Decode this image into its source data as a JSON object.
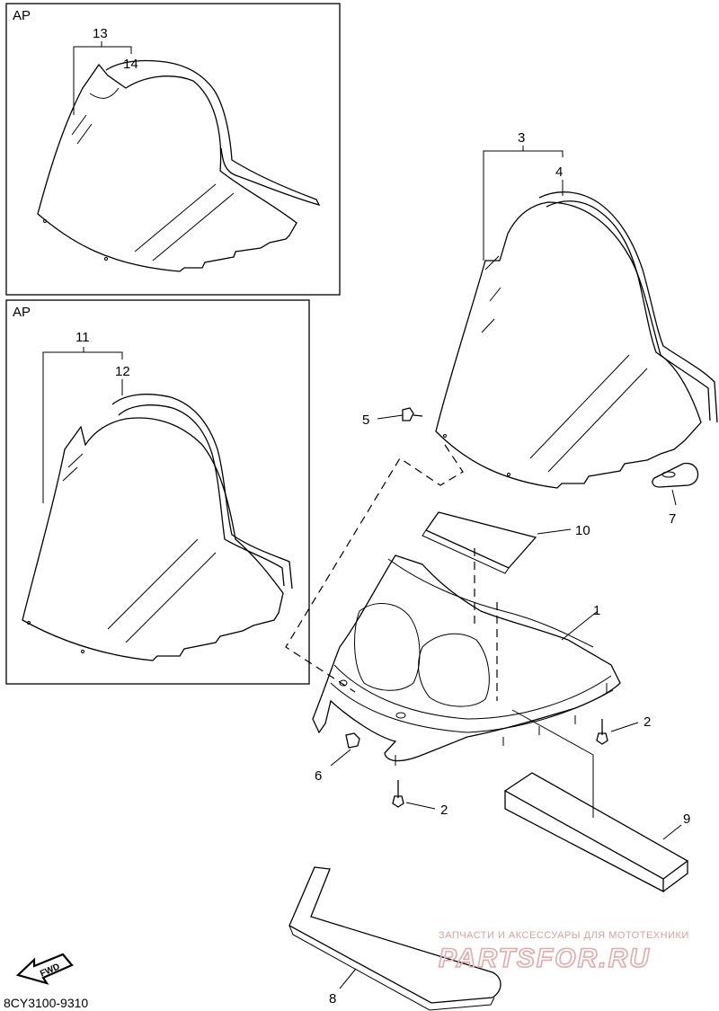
{
  "diagram": {
    "inset_label_top": "AP",
    "inset_label_bottom": "AP",
    "diagram_code": "8CY3100-9310",
    "fwd_label": "FWD",
    "watermark": {
      "line1": "ЗАПЧАСТИ И АКСЕССУАРЫ ДЛЯ МОТОТЕХНИКИ",
      "line2": "PARTSFOR.RU"
    },
    "callouts": {
      "p1": "1",
      "p2a": "2",
      "p2b": "2",
      "p3": "3",
      "p4": "4",
      "p5": "5",
      "p6": "6",
      "p7": "7",
      "p8": "8",
      "p9": "9",
      "p10": "10",
      "p11": "11",
      "p12": "12",
      "p13": "13",
      "p14": "14"
    }
  }
}
